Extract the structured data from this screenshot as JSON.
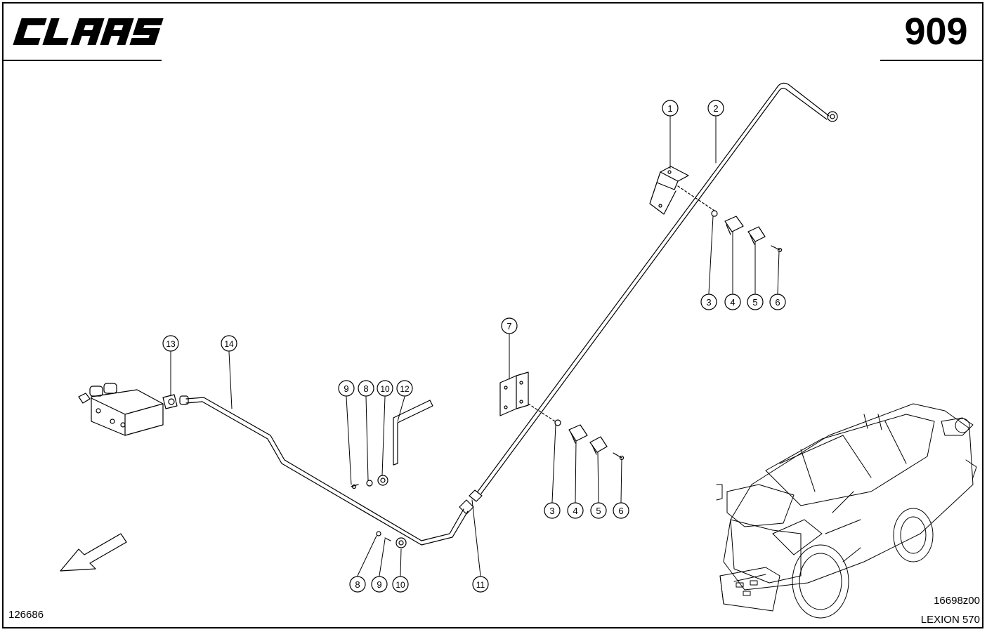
{
  "header": {
    "brand_logo_text": "CLAAS",
    "page_number": "909"
  },
  "footer": {
    "drawing_number": "126686",
    "reference_code": "16698z00",
    "model": "LEXION 570"
  },
  "callouts": [
    {
      "id": "c1",
      "label": "1"
    },
    {
      "id": "c2",
      "label": "2"
    },
    {
      "id": "c3a",
      "label": "3"
    },
    {
      "id": "c4a",
      "label": "4"
    },
    {
      "id": "c5a",
      "label": "5"
    },
    {
      "id": "c6a",
      "label": "6"
    },
    {
      "id": "c7",
      "label": "7"
    },
    {
      "id": "c3b",
      "label": "3"
    },
    {
      "id": "c4b",
      "label": "4"
    },
    {
      "id": "c5b",
      "label": "5"
    },
    {
      "id": "c6b",
      "label": "6"
    },
    {
      "id": "c9a",
      "label": "9"
    },
    {
      "id": "c8a",
      "label": "8"
    },
    {
      "id": "c10a",
      "label": "10"
    },
    {
      "id": "c12",
      "label": "12"
    },
    {
      "id": "c13",
      "label": "13"
    },
    {
      "id": "c14",
      "label": "14"
    },
    {
      "id": "c8b",
      "label": "8"
    },
    {
      "id": "c9b",
      "label": "9"
    },
    {
      "id": "c10b",
      "label": "10"
    },
    {
      "id": "c11",
      "label": "11"
    }
  ]
}
